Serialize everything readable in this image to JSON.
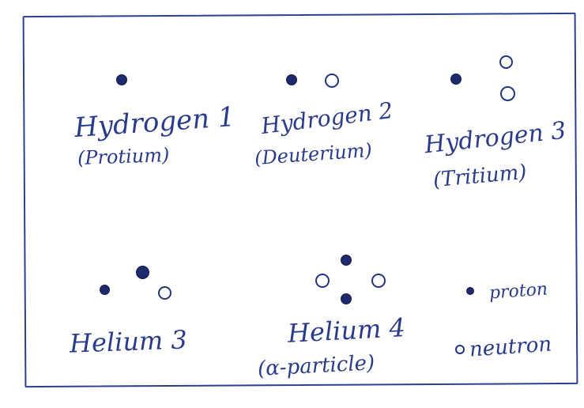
{
  "colors": {
    "ink": "#2a3b8c",
    "proton_fill": "#1e2a6b",
    "neutron_stroke": "#24357f",
    "paper": "#ffffff"
  },
  "isotopes": [
    {
      "name": "Hydrogen 1",
      "note": "(Protium)",
      "protons": 1,
      "neutrons": 0
    },
    {
      "name": "Hydrogen 2",
      "note": "(Deuterium)",
      "protons": 1,
      "neutrons": 1
    },
    {
      "name": "Hydrogen 3",
      "note": "(Tritium)",
      "protons": 1,
      "neutrons": 2
    },
    {
      "name": "Helium 3",
      "note": "",
      "protons": 2,
      "neutrons": 1
    },
    {
      "name": "Helium 4",
      "note": "(α-particle)",
      "protons": 2,
      "neutrons": 2
    }
  ],
  "legend": {
    "proton": {
      "label": "proton",
      "icon": "filled-dot"
    },
    "neutron": {
      "label": "neutron",
      "icon": "hollow-circle"
    }
  }
}
